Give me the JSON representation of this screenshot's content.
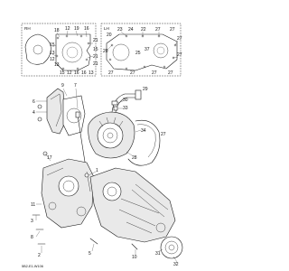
{
  "insets": [
    {
      "tag": "RH",
      "callouts": [
        "18",
        "12",
        "19",
        "16",
        "15",
        "21",
        "13",
        "12",
        "15",
        "21",
        "21",
        "13",
        "15",
        "12",
        "16",
        "16",
        "13"
      ]
    },
    {
      "tag": "LH",
      "callouts": [
        "20",
        "23",
        "24",
        "22",
        "27",
        "27",
        "27",
        "20",
        "25",
        "37",
        "27",
        "27",
        "27",
        "27",
        "27"
      ]
    }
  ],
  "callouts": [
    "6",
    "4",
    "9",
    "7",
    "30",
    "33",
    "34",
    "17",
    "1",
    "28",
    "29",
    "27",
    "11",
    "3",
    "8",
    "2",
    "5",
    "10",
    "31",
    "32"
  ],
  "footer_code": "5B2-E1-W106"
}
